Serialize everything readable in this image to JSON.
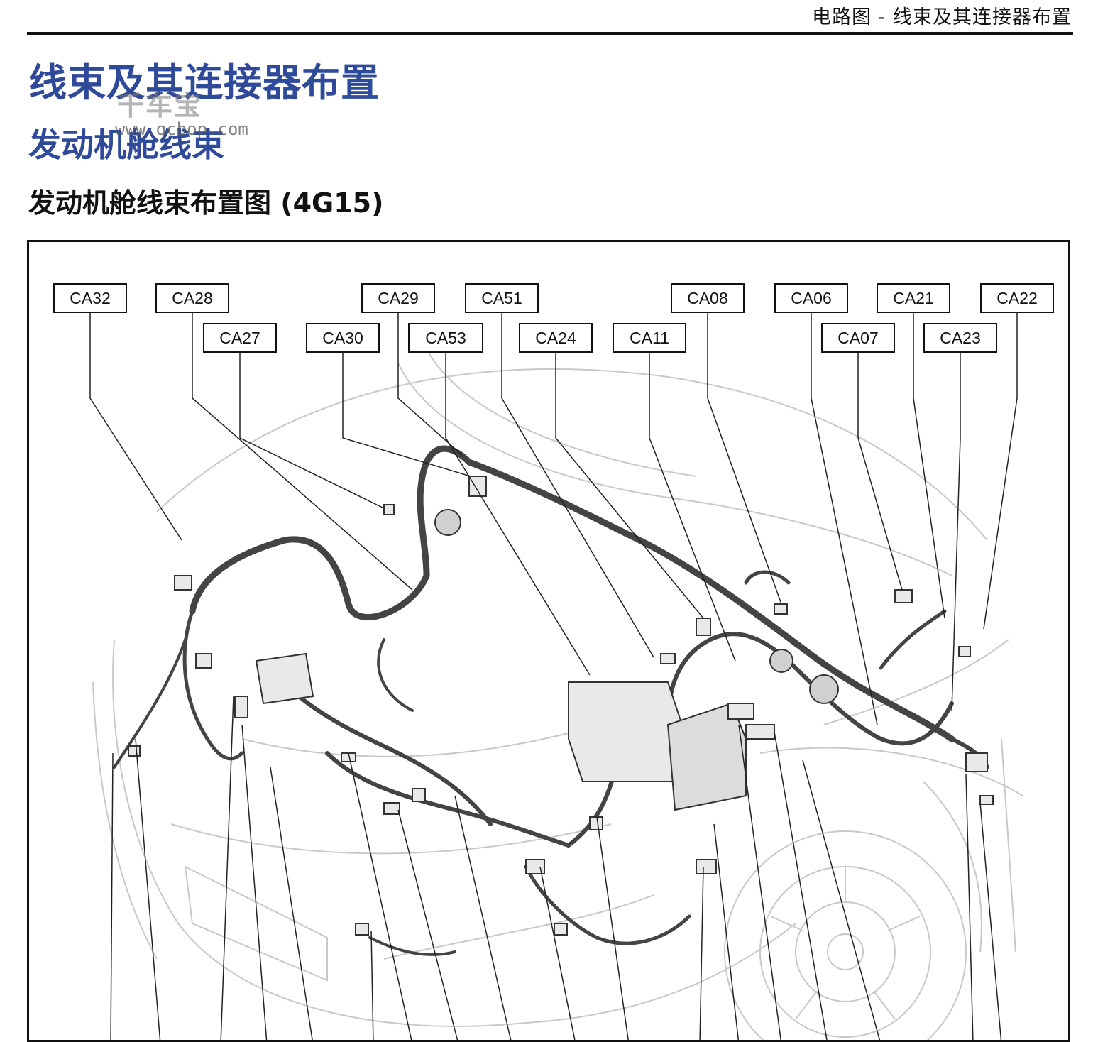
{
  "header": {
    "text": "电路图 - 线束及其连接器布置"
  },
  "title": "线束及其连接器布置",
  "subtitle": "发动机舱线束",
  "section_title": "发动机舱线束布置图 (4G15)",
  "watermark": {
    "text": "千车宝",
    "url": "www.qcbop.com"
  },
  "diagram": {
    "callouts": [
      {
        "id": "CA32"
      },
      {
        "id": "CA28"
      },
      {
        "id": "CA27"
      },
      {
        "id": "CA30"
      },
      {
        "id": "CA29"
      },
      {
        "id": "CA53"
      },
      {
        "id": "CA51"
      },
      {
        "id": "CA24"
      },
      {
        "id": "CA11"
      },
      {
        "id": "CA08"
      },
      {
        "id": "CA06"
      },
      {
        "id": "CA07"
      },
      {
        "id": "CA21"
      },
      {
        "id": "CA23"
      },
      {
        "id": "CA22"
      }
    ]
  }
}
